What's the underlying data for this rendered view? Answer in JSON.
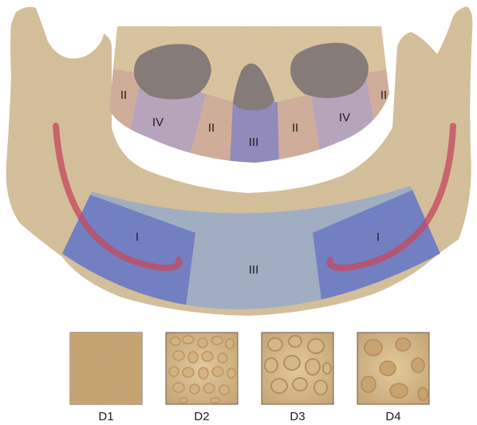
{
  "diagram": {
    "zones": {
      "maxilla": {
        "left_posterior": "II",
        "left_molar": "IV",
        "left_premolar": "II",
        "anterior": "III",
        "right_premolar": "II",
        "right_molar": "IV",
        "right_posterior": "II"
      },
      "mandible": {
        "left_posterior": "I",
        "anterior": "III",
        "right_posterior": "I"
      }
    },
    "bone_density_samples": [
      "D1",
      "D2",
      "D3",
      "D4"
    ],
    "colors": {
      "bone": "#d9c4a0",
      "zone_I": "#6f7fc6",
      "zone_II": "#c99a98",
      "zone_III": "#8a86c2",
      "zone_IV": "#a897c8",
      "nerve_canal": "#c44a5f",
      "cavity": "#857b78"
    }
  }
}
